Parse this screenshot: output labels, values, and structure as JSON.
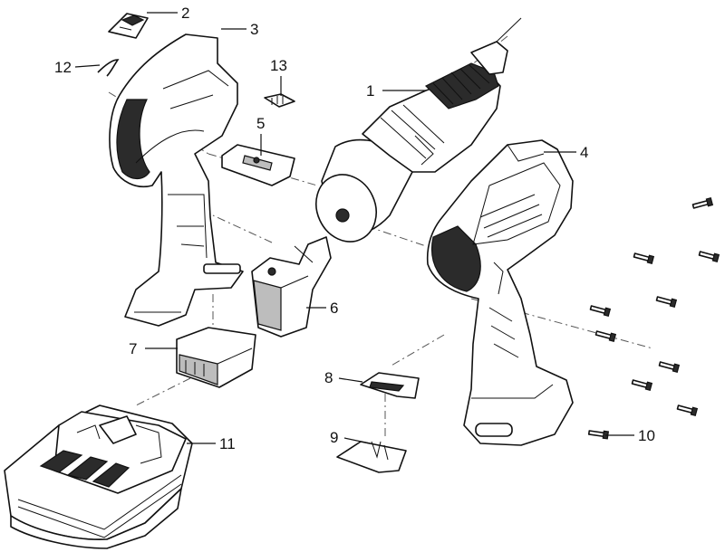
{
  "callouts": [
    {
      "key": "c1",
      "text": "1"
    },
    {
      "key": "c2",
      "text": "2"
    },
    {
      "key": "c3",
      "text": "3"
    },
    {
      "key": "c4",
      "text": "4"
    },
    {
      "key": "c5",
      "text": "5"
    },
    {
      "key": "c6",
      "text": "6"
    },
    {
      "key": "c7",
      "text": "7"
    },
    {
      "key": "c8",
      "text": "8"
    },
    {
      "key": "c9",
      "text": "9"
    },
    {
      "key": "c10",
      "text": "10"
    },
    {
      "key": "c11",
      "text": "11"
    },
    {
      "key": "c12",
      "text": "12"
    },
    {
      "key": "c13",
      "text": "13"
    }
  ]
}
